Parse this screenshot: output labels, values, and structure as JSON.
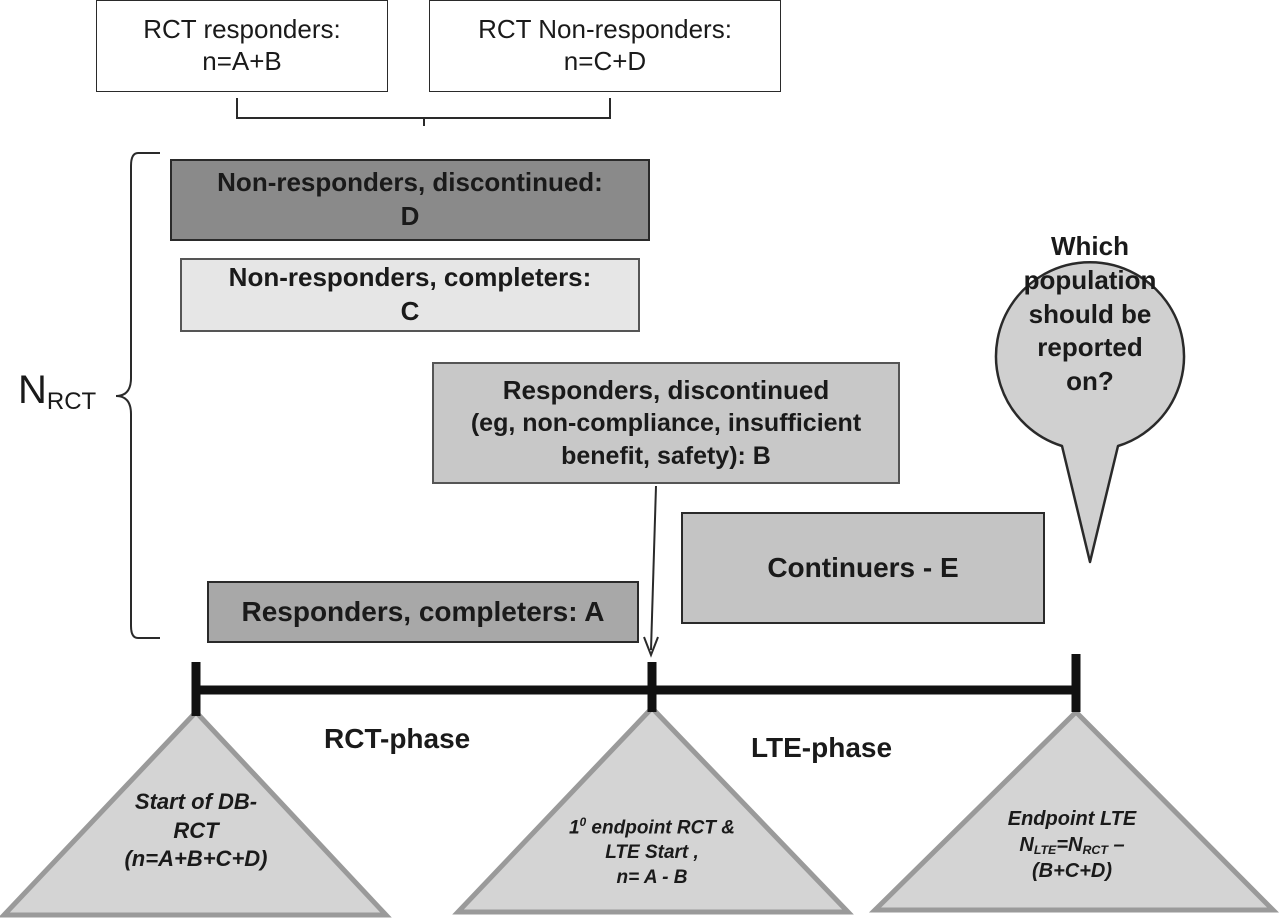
{
  "top_boxes": {
    "responders": {
      "line1": "RCT responders:",
      "line2": "n=A+B"
    },
    "non_responders": {
      "line1": "RCT Non-responders:",
      "line2": "n=C+D"
    }
  },
  "n_rct_label": {
    "main": "N",
    "sub": "RCT"
  },
  "groups": {
    "nonresp_discontinued": {
      "line1": "Non-responders, discontinued:",
      "line2": "D",
      "color": "#8a8a8a"
    },
    "nonresp_completers": {
      "line1": "Non-responders, completers:",
      "line2": "C",
      "color": "#e6e6e6"
    },
    "resp_discontinued": {
      "line1": "Responders, discontinued",
      "line2": "(eg, non-compliance, insufficient",
      "line3": "benefit, safety): B",
      "color": "#c8c8c8"
    },
    "continuers": {
      "label": "Continuers - E",
      "color": "#c4c4c4"
    },
    "resp_completers": {
      "label": "Responders, completers: A",
      "color": "#a8a8a8"
    }
  },
  "phases": {
    "rct": "RCT-phase",
    "lte": "LTE-phase"
  },
  "triangles": {
    "start": {
      "line1": "Start of DB-",
      "line2": "RCT",
      "line3": "(n=A+B+C+D)"
    },
    "primary": {
      "line1_base": "1",
      "line1_sup": "0",
      "line1_rest": " endpoint RCT &",
      "line2": "LTE Start ,",
      "line3": "n= A - B"
    },
    "lte_end": {
      "line1": "Endpoint LTE",
      "lhs_main": "N",
      "lhs_sub": "LTE",
      "equals": "=",
      "rhs_main": "N",
      "rhs_sub": "RCT",
      "rhs_tail": " –",
      "line3": "(B+C+D)"
    },
    "fill_color": "#d4d4d4",
    "stroke_color": "#9a9a9a"
  },
  "bubble": {
    "line1": "Which",
    "line2": "population",
    "line3": "should be",
    "line4": "reported",
    "line5": "on?",
    "fill_color": "#d0d0d0"
  }
}
